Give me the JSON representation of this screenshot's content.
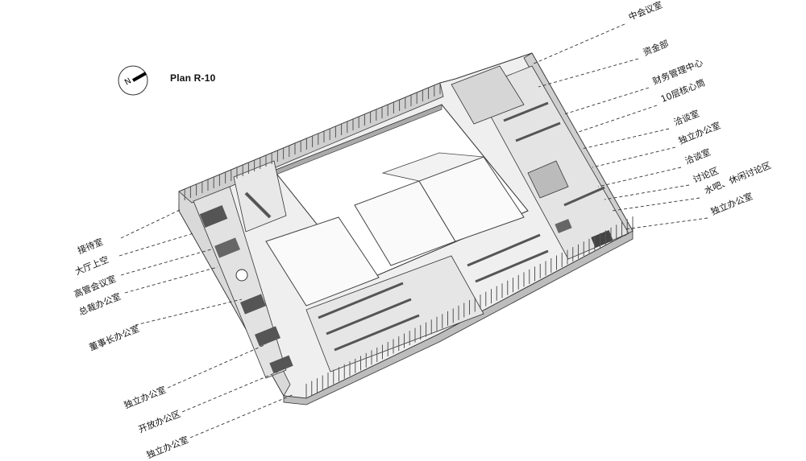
{
  "plan_title": "Plan R-10",
  "compass_letter": "N",
  "right_labels": [
    "中会议室",
    "资金部",
    "财务管理中心",
    "10层核心筒",
    "洽谈室",
    "独立办公室",
    "洽谈室",
    "讨论区",
    "水吧、休闲讨论区",
    "独立办公室"
  ],
  "left_labels": [
    "接待室",
    "大厅上空",
    "高管会议室",
    "总裁办公室",
    "董事长办公室",
    "独立办公室",
    "开放办公区",
    "独立办公室"
  ],
  "colors": {
    "line": "#222222",
    "glass": "#9a9a9a",
    "floor": "#e9e9e9",
    "wall": "#f7f7f7",
    "atrium": "#ffffff"
  }
}
